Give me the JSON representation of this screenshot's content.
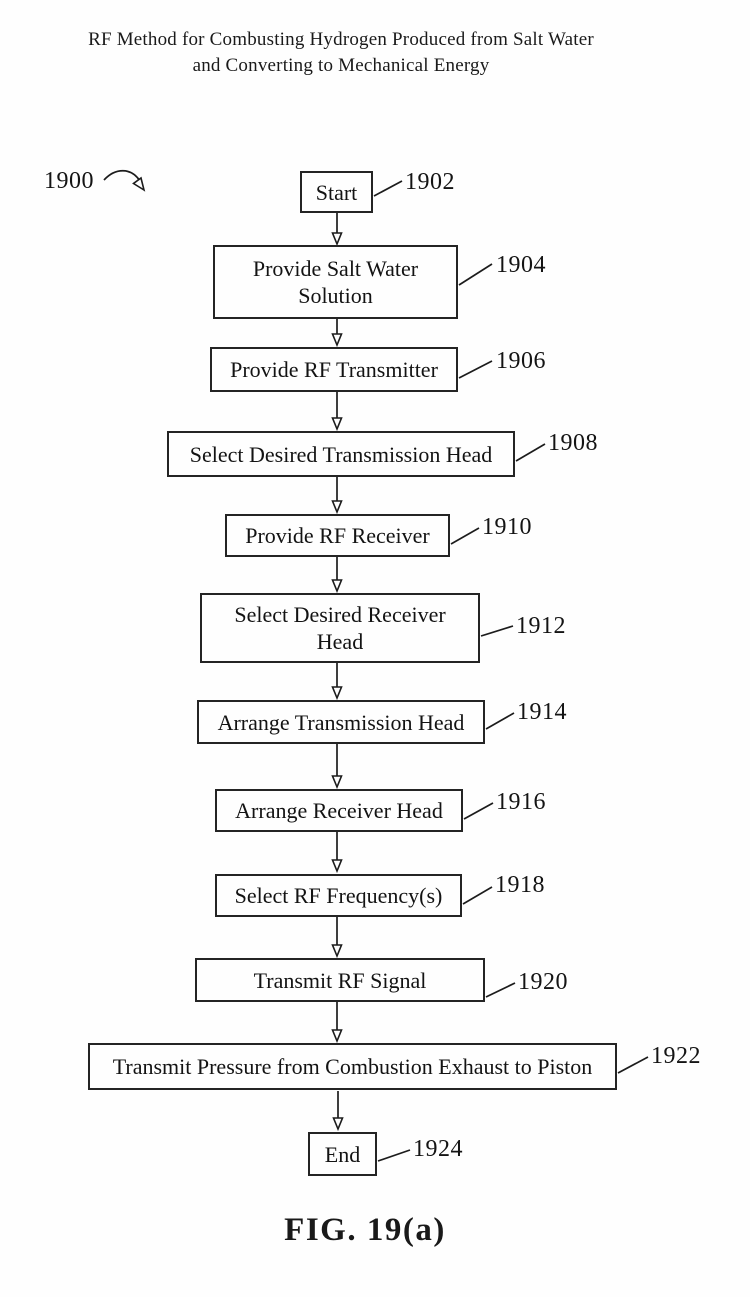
{
  "page": {
    "title_line1": "RF Method for Combusting Hydrogen Produced from Salt Water",
    "title_line2": "and Converting to Mechanical Energy",
    "figure_label": "FIG. 19(a)",
    "diagram_ref": "1900"
  },
  "flowchart": {
    "steps": [
      {
        "ref": "1902",
        "label": "Start"
      },
      {
        "ref": "1904",
        "label": "Provide Salt Water Solution"
      },
      {
        "ref": "1906",
        "label": "Provide RF Transmitter"
      },
      {
        "ref": "1908",
        "label": "Select Desired Transmission Head"
      },
      {
        "ref": "1910",
        "label": "Provide RF Receiver"
      },
      {
        "ref": "1912",
        "label": "Select Desired Receiver Head"
      },
      {
        "ref": "1914",
        "label": "Arrange Transmission Head"
      },
      {
        "ref": "1916",
        "label": "Arrange Receiver Head"
      },
      {
        "ref": "1918",
        "label": "Select RF Frequency(s)"
      },
      {
        "ref": "1920",
        "label": "Transmit RF Signal"
      },
      {
        "ref": "1922",
        "label": "Transmit Pressure from Combustion Exhaust to Piston"
      },
      {
        "ref": "1924",
        "label": "End"
      }
    ],
    "ink_color": "#1c1c1c",
    "background_color": "#fefefe"
  }
}
